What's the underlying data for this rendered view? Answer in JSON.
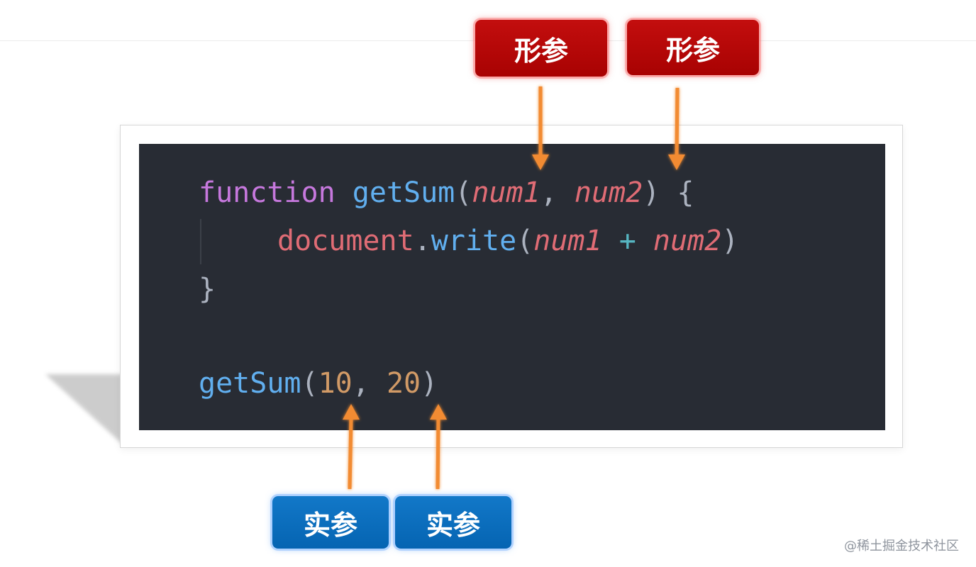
{
  "labels": {
    "formal_param": "形参",
    "actual_param": "实参"
  },
  "code": {
    "line1": {
      "keyword": "function",
      "name": "getSum",
      "open": "(",
      "param1": "num1",
      "comma": ",",
      "param2": "num2",
      "close": ")",
      "brace": "{"
    },
    "line2": {
      "object": "document",
      "dot": ".",
      "method": "write",
      "open": "(",
      "arg1": "num1",
      "plus": "+",
      "arg2": "num2",
      "close": ")"
    },
    "line3": {
      "brace": "}"
    },
    "line5": {
      "name": "getSum",
      "open": "(",
      "num1": "10",
      "comma": ",",
      "num2": "20",
      "close": ")"
    }
  },
  "colors": {
    "background": "#282c34",
    "keyword": "#c678dd",
    "function": "#61afef",
    "parameter": "#e06c75",
    "number": "#d19a66",
    "operator": "#56b6c2",
    "punctuation": "#abb2bf",
    "arrow": "#f28b30",
    "formal_tag": "#b30505",
    "actual_tag": "#0a6cbd"
  },
  "watermark": "@稀土掘金技术社区"
}
